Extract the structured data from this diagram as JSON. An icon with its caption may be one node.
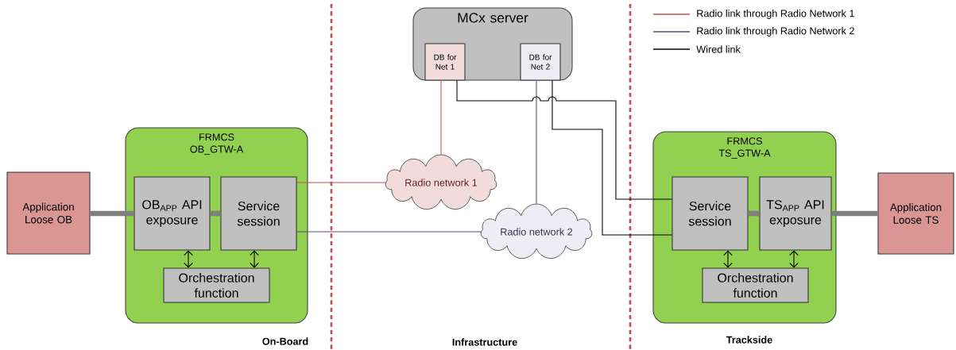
{
  "diagram": {
    "nodes": [
      {
        "text": [
          "MCx server"
        ]
      },
      {
        "text": [
          "DB for Net 1"
        ],
        "in": 0
      },
      {
        "text": [
          "DB for Net 2"
        ],
        "in": 0
      },
      {
        "text": [
          "FRMCS OB_GTW-A"
        ]
      },
      {
        "text": [
          "Application Loose OB"
        ]
      },
      {
        "text": [
          "OB$_{APP}$ API exposure"
        ],
        "in": 3
      },
      {
        "text": [
          "Service session"
        ],
        "in": 3
      },
      {
        "text": [
          "Orchestration function"
        ],
        "in": 3
      },
      {
        "text": [
          "Radio network 1"
        ]
      },
      {
        "text": [
          "Radio network 2"
        ]
      },
      {
        "text": [
          "FRMCS TS_GTW-A"
        ]
      },
      {
        "text": [
          "Service session"
        ],
        "in": 10
      },
      {
        "text": [
          "TS$_{APP}$ API exposure"
        ],
        "in": 10
      },
      {
        "text": [
          "Orchestration function"
        ],
        "in": 10
      },
      {
        "text": [
          "Application Loose TS"
        ]
      }
    ],
    "edges": [
      {
        "from": 4,
        "to": 5,
        "arrow": "none",
        "style": "thick",
        "color": "#7f7f7f"
      },
      {
        "from": 5,
        "to": 6,
        "arrow": "none",
        "style": "thick",
        "color": "#7f7f7f"
      },
      {
        "from": 5,
        "to": 7,
        "arrow": "both"
      },
      {
        "from": 6,
        "to": 7,
        "arrow": "both"
      },
      {
        "from": 6,
        "to": 8,
        "arrow": "none",
        "color": "#c0504d"
      },
      {
        "from": 8,
        "to": 1,
        "arrow": "none",
        "color": "#c0504d"
      },
      {
        "from": 6,
        "to": 9,
        "arrow": "none",
        "color": "#5f497a"
      },
      {
        "from": 9,
        "to": 2,
        "arrow": "none",
        "color": "#5f497a"
      },
      {
        "from": 1,
        "to": 11,
        "arrow": "none"
      },
      {
        "from": 2,
        "to": 11,
        "arrow": "none"
      },
      {
        "from": 11,
        "to": 12,
        "arrow": "none",
        "style": "thick",
        "color": "#7f7f7f"
      },
      {
        "from": 11,
        "to": 13,
        "arrow": "both"
      },
      {
        "from": 12,
        "to": 13,
        "arrow": "both"
      },
      {
        "from": 12,
        "to": 14,
        "arrow": "none",
        "style": "thick",
        "color": "#7f7f7f"
      }
    ],
    "labels": [
      "On-Board",
      "Infrastructure",
      "Trackside"
    ],
    "legend": [
      {
        "text": "Radio link through Radio Network 1"
      },
      {
        "text": "Radio link through Radio Network 2"
      },
      {
        "text": "Wired link"
      }
    ]
  }
}
